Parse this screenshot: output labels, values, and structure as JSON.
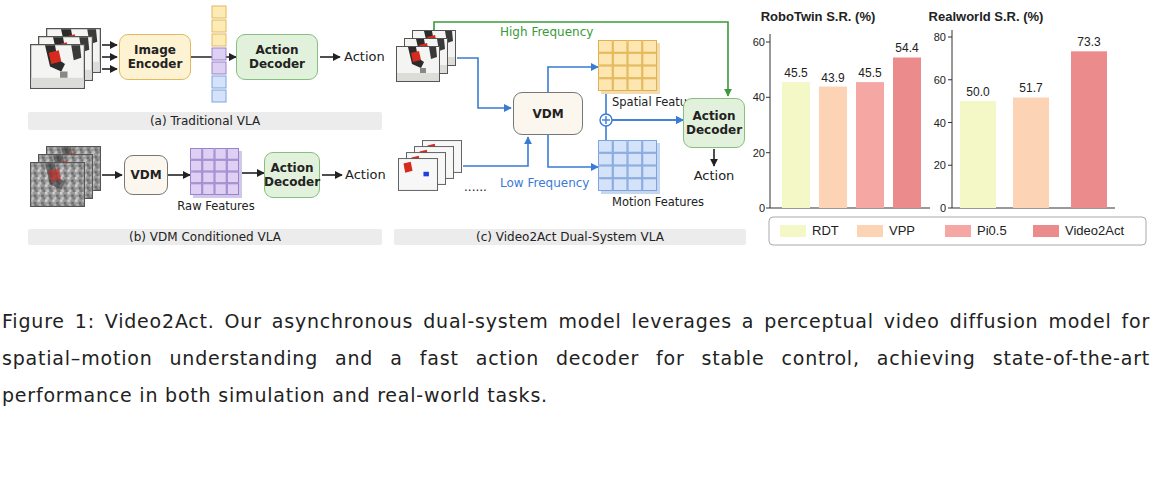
{
  "diagram": {
    "caption": "Figure 1: Video2Act. Our asynchronous dual-system model leverages a perceptual video diffusion model for spatial–motion understanding and a fast action decoder for stable control, achieving state-of-the-art performance in both simulation and real-world tasks.",
    "nodes": [
      {
        "text": [
          "Image Encoder"
        ]
      },
      {
        "text": [
          "Action Decoder"
        ]
      },
      {
        "text": [
          "(a) Traditional VLA"
        ]
      },
      {
        "text": [
          "VDM"
        ]
      },
      {
        "text": [
          "Raw Features"
        ]
      },
      {
        "text": [
          "Action Decoder"
        ]
      },
      {
        "text": [
          "(b) VDM Conditioned VLA"
        ]
      },
      {
        "text": [
          "VDM"
        ]
      },
      {
        "text": [
          "Spatial Features"
        ]
      },
      {
        "text": [
          "Motion Features"
        ]
      },
      {
        "text": [
          "Action Decoder"
        ]
      },
      {
        "text": [
          "(c) Video2Act Dual-System VLA"
        ]
      }
    ],
    "edges": [
      {
        "from": 0,
        "to": 1,
        "arrow": "to"
      },
      {
        "from": 3,
        "to": 4,
        "arrow": "to"
      },
      {
        "from": 4,
        "to": 5,
        "arrow": "to"
      },
      {
        "from": 7,
        "to": 8,
        "arrow": "to"
      },
      {
        "from": 7,
        "to": 9,
        "arrow": "to"
      },
      {
        "from": 8,
        "to": 10,
        "arrow": "to"
      },
      {
        "from": 9,
        "to": 10,
        "arrow": "to"
      }
    ],
    "labels": [
      "Action",
      "Action",
      "High Frequency",
      "......",
      "Low Frequency",
      "Action",
      "RoboTwin S.R. (%)",
      "60",
      "40",
      "20",
      "0",
      "45.5",
      "43.9",
      "45.5",
      "54.4",
      "Realworld S.R. (%)",
      "80",
      "60",
      "40",
      "20",
      "0",
      "50.0",
      "51.7",
      "73.3"
    ],
    "legend": [
      {
        "text": "RDT",
        "color": "#f3f8c6"
      },
      {
        "text": "VPP",
        "color": "#fcd3b4"
      },
      {
        "text": "Pi0.5",
        "color": "#f5a8a3"
      },
      {
        "text": "Video2Act",
        "color": "#ec8b8b"
      }
    ]
  }
}
